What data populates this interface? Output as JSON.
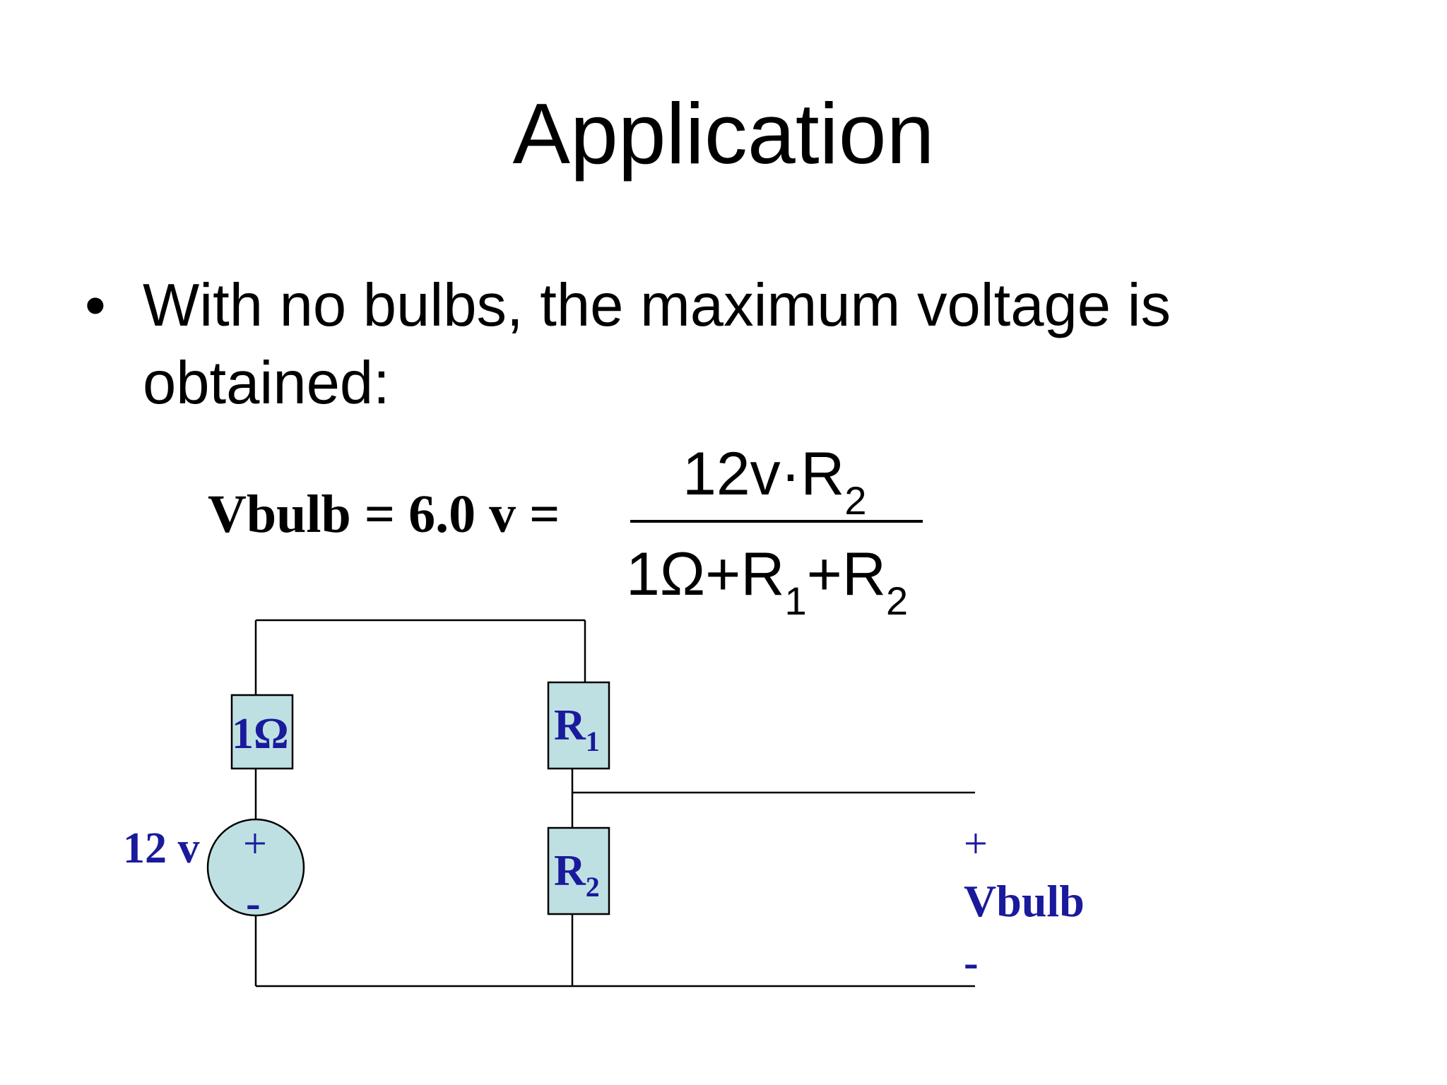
{
  "slide": {
    "title": "Application",
    "bullet_symbol": "•",
    "bullet_text": "With no bulbs, the maximum voltage is obtained:"
  },
  "formula": {
    "label": "Vbulb = 6.0 v =",
    "numerator_main": "12v·R",
    "numerator_sub": "2",
    "denominator_part1": "1Ω+R",
    "denominator_sub1": "1",
    "denominator_part2": "+R",
    "denominator_sub2": "2"
  },
  "circuit": {
    "resistor_internal": "1Ω",
    "resistor_r1_main": "R",
    "resistor_r1_sub": "1",
    "resistor_r2_main": "R",
    "resistor_r2_sub": "2",
    "source_voltage": "12 v",
    "source_plus": "+",
    "source_minus": "-",
    "output_plus": "+",
    "output_label": "Vbulb",
    "output_minus": "-"
  },
  "colors": {
    "component_fill": "#bfe0e2",
    "component_text": "#1a1a9c",
    "wire": "#000000"
  }
}
